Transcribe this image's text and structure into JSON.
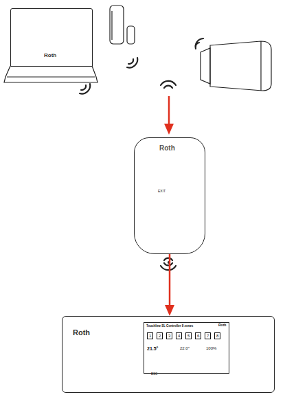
{
  "diagram": {
    "nodes": [
      {
        "text": [
          "Roth"
        ]
      },
      {
        "text": [
          "Roth",
          "EXIT"
        ]
      },
      {
        "text": [
          "Roth"
        ]
      },
      {
        "text": [
          "Touchline SL Controller 8 zones"
        ],
        "in": 2
      }
    ],
    "edges": [
      {
        "from": 1,
        "to": 2,
        "arrow": "to"
      }
    ],
    "labels": [
      "Roth",
      "1",
      "2",
      "3",
      "4",
      "5",
      "6",
      "7",
      "8",
      "21.5°",
      "22.0°",
      "100%",
      "ESC"
    ]
  }
}
